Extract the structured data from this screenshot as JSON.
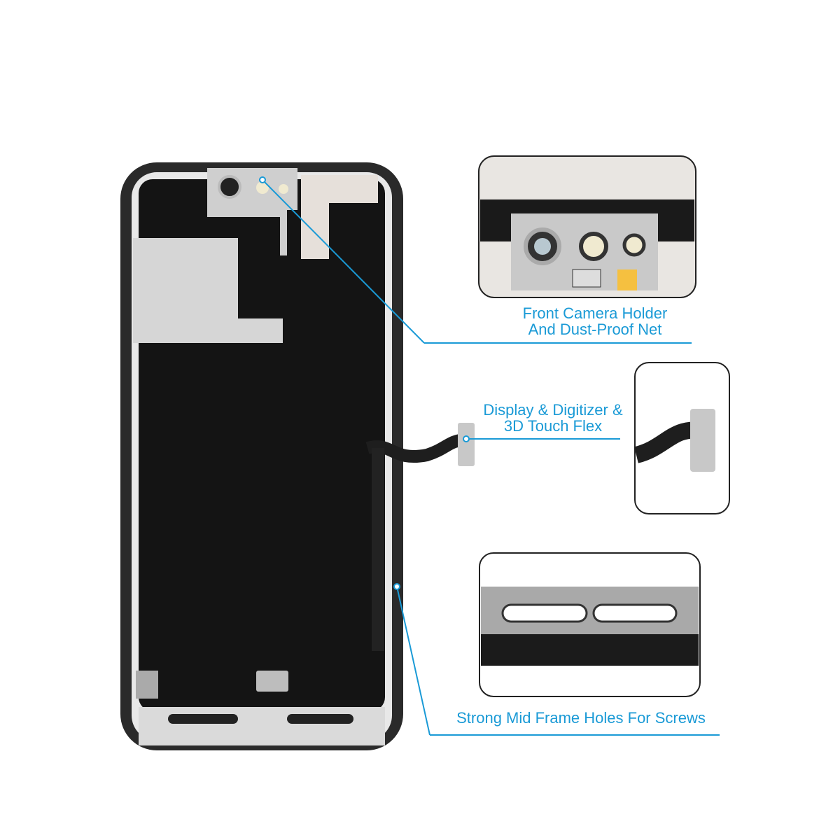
{
  "callouts": {
    "camera": {
      "line1": "Front Camera Holder",
      "line2": "And Dust-Proof Net"
    },
    "flex": {
      "line1": "Display & Digitizer &",
      "line2": "3D Touch Flex"
    },
    "frame": {
      "line1": "Strong Mid Frame Holes For Screws"
    }
  },
  "colors": {
    "accent": "#1a9ad6",
    "panel": "#141414",
    "frame": "#2a2a2a",
    "metal": "#d6d6d6"
  }
}
